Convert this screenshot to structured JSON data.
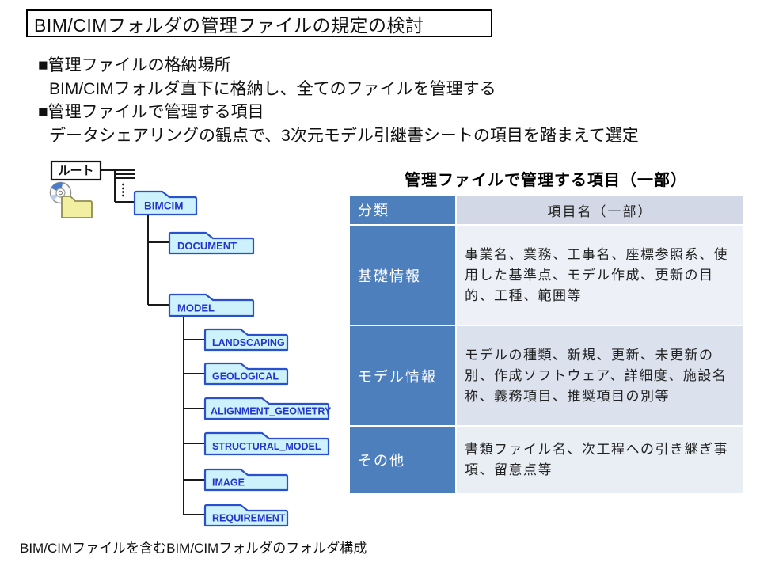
{
  "slide": {
    "title": "BIM/CIMフォルダの管理ファイルの規定の検討",
    "bullets": [
      {
        "heading": "■管理ファイルの格納場所",
        "detail": "BIM/CIMフォルダ直下に格納し、全てのファイルを管理する"
      },
      {
        "heading": "■管理ファイルで管理する項目",
        "detail": "データシェアリングの観点で、3次元モデル引継書シートの項目を踏まえて選定"
      }
    ],
    "caption": "BIM/CIMファイルを含むBIM/CIMフォルダのフォルダ構成"
  },
  "tree": {
    "root_label": "ルート",
    "folders": [
      "BIMCIM",
      "DOCUMENT",
      "MODEL",
      "LANDSCAPING",
      "GEOLOGICAL",
      "ALIGNMENT_GEOMETRY",
      "STRUCTURAL_MODEL",
      "IMAGE",
      "REQUIREMENT"
    ]
  },
  "table": {
    "title": "管理ファイルで管理する項目（一部）",
    "headers": [
      "分類",
      "項目名（一部）"
    ],
    "rows": [
      {
        "category": "基礎情報",
        "items": "事業名、業務、工事名、座標参照系、使用した基準点、モデル作成、更新の目的、工種、範囲等"
      },
      {
        "category": "モデル情報",
        "items": "モデルの種類、新規、更新、未更新の別、作成ソフトウェア、詳細度、施設名称、義務項目、推奨項目の別等"
      },
      {
        "category": "その他",
        "items": "書類ファイル名、次工程への引き継ぎ事項、留意点等"
      }
    ]
  },
  "colors": {
    "table_accent_blue": "#4e7fbd",
    "table_band_light": "#edf1f7",
    "table_band_dark": "#dbe1ed",
    "table_header_right": "#d2d8e6",
    "folder_fill": "#cdf2fb",
    "folder_border": "#2a50cf",
    "folder_text": "#2336cc",
    "root_folder_yellow": "#f2f0a0"
  }
}
